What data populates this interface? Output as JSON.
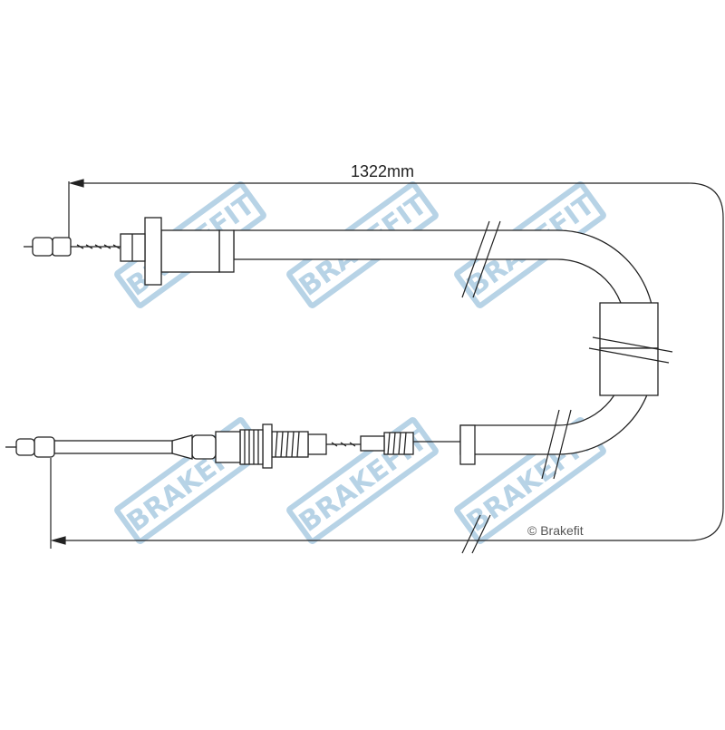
{
  "dimension": {
    "label": "1322mm"
  },
  "copyright": {
    "text": "© Brakefit"
  },
  "watermark": {
    "text": "BRAKEFIT",
    "color": "#b7d3e6"
  },
  "colors": {
    "line": "#222222",
    "background": "#ffffff"
  }
}
